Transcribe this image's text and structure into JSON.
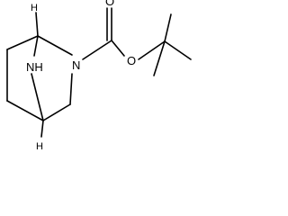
{
  "molecule": {
    "atom_labels": {
      "n_amide": "N",
      "n_amine": "NH",
      "o_carbonyl": "O",
      "o_ester": "O",
      "h_top": "H",
      "h_bottom": "H"
    },
    "colors": {
      "bond": "#000000",
      "text": "#000000",
      "background": "#ffffff"
    }
  }
}
